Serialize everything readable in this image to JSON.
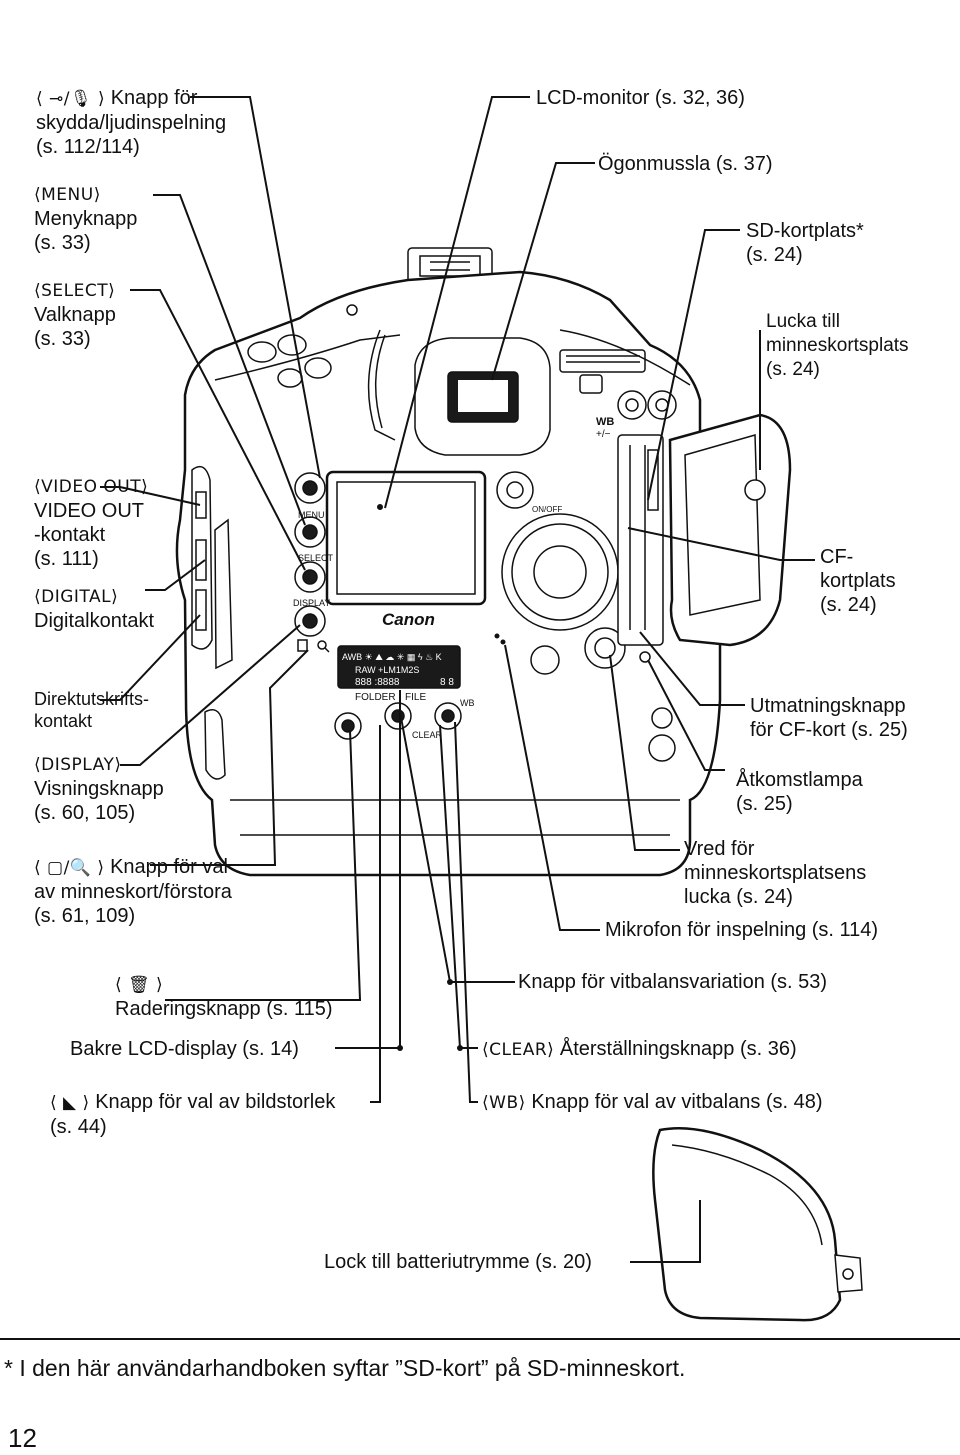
{
  "labels": {
    "protect": {
      "symbol": "⟨ ⊸/🎙 ⟩",
      "text": "Knapp för\nskydda/ljudinspelning\n(s. 112/114)"
    },
    "menu": {
      "symbol": "⟨MENU⟩",
      "text": "Menyknapp\n(s. 33)"
    },
    "select": {
      "symbol": "⟨SELECT⟩",
      "text": "Valknapp\n(s. 33)"
    },
    "video_out": {
      "symbol": "⟨VIDEO OUT⟩",
      "text": "VIDEO OUT\n-kontakt\n(s. 111)"
    },
    "digital": {
      "symbol": "⟨DIGITAL⟩",
      "text": "Digitalkontakt"
    },
    "direct_print": {
      "text": "Direktutskrifts-\nkontakt"
    },
    "display": {
      "symbol": "⟨DISPLAY⟩",
      "text": "Visningsknapp\n(s. 60, 105)"
    },
    "card_magnify": {
      "symbol": "⟨ ▢/🔍 ⟩",
      "text": "Knapp för val\nav minneskort/förstora\n(s. 61, 109)"
    },
    "erase": {
      "symbol": "⟨ 🗑 ⟩",
      "text": "Raderingsknapp (s. 115)"
    },
    "rear_lcd": {
      "text": "Bakre LCD-display (s. 14)"
    },
    "image_size": {
      "symbol": "⟨ ◣ ⟩",
      "text": "Knapp för val av bildstorlek\n(s. 44)"
    },
    "lcd_monitor": {
      "text": "LCD-monitor (s. 32, 36)"
    },
    "eyecup": {
      "text": "Ögonmussla (s. 37)"
    },
    "sd_slot": {
      "text": "SD-kortplats*\n(s. 24)"
    },
    "card_slot_cover": {
      "text": "Lucka till\nminneskortsplats\n(s. 24)"
    },
    "cf_slot": {
      "text": "CF-\nkortplats\n(s. 24)"
    },
    "cf_eject": {
      "text": "Utmatningsknapp\nför CF-kort (s. 25)"
    },
    "access_lamp": {
      "text": "Åtkomstlampa\n(s. 25)"
    },
    "slot_cover_dial": {
      "text": "Vred för\nminneskortsplatsens\nlucka (s. 24)"
    },
    "microphone": {
      "text": "Mikrofon för inspelning (s. 114)"
    },
    "wb_bracketing": {
      "text": "Knapp för vitbalansvariation (s. 53)"
    },
    "clear": {
      "symbol": "⟨CLEAR⟩",
      "text": "Återställningsknapp (s. 36)"
    },
    "wb": {
      "symbol": "⟨WB⟩",
      "text": "Knapp för val av vitbalans (s. 48)"
    },
    "battery_cover": {
      "text": "Lock till batteriutrymme (s. 20)"
    }
  },
  "camera": {
    "brand": "Canon",
    "buttons": {
      "menu": "MENU",
      "select": "SELECT",
      "display": "DISPLAY",
      "folder": "FOLDER",
      "file": "FILE",
      "clear": "CLEAR",
      "wb": "WB",
      "wb_pm": "WB\n+/−",
      "on_off": "ON/OFF"
    },
    "lcd_panel": {
      "row1": "AWB ☀ ⛰ ☁ ✳ ▦ ϟ ♨ K",
      "row2a": "RAW +LM1M2S",
      "row2b": "888 :8888",
      "row2c": "8 8"
    }
  },
  "footnote": "* I den här användarhandboken syftar ”SD-kort” på SD-minneskort.",
  "page_number": "12"
}
